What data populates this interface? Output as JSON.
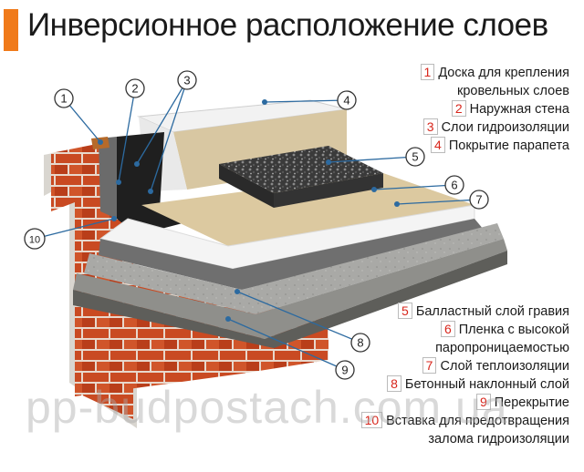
{
  "title": "Инверсионное расположение слоев",
  "legend_top": [
    {
      "num": "1",
      "text": "Доска для крепления",
      "cont": "кровельных слоев"
    },
    {
      "num": "2",
      "text": "Наружная стена"
    },
    {
      "num": "3",
      "text": "Слои гидроизоляции"
    },
    {
      "num": "4",
      "text": "Покрытие парапета"
    }
  ],
  "legend_bottom": [
    {
      "num": "5",
      "text": "Балластный слой гравия"
    },
    {
      "num": "6",
      "text": "Пленка с высокой",
      "cont": "паропроницаемостью"
    },
    {
      "num": "7",
      "text": "Слой теплоизоляции"
    },
    {
      "num": "8",
      "text": "Бетонный наклонный слой"
    },
    {
      "num": "9",
      "text": "Перекрытие"
    },
    {
      "num": "10",
      "text": "Вставка для предотвращения",
      "cont": "залома гидроизоляции"
    }
  ],
  "callouts": [
    "1",
    "2",
    "3",
    "3",
    "4",
    "5",
    "6",
    "7",
    "8",
    "9",
    "10"
  ],
  "watermark": "pp-budpostach.com.ua",
  "colors": {
    "accent": "#f07a1a",
    "number_red": "#d8261c",
    "brick": "#c8401c"
  }
}
